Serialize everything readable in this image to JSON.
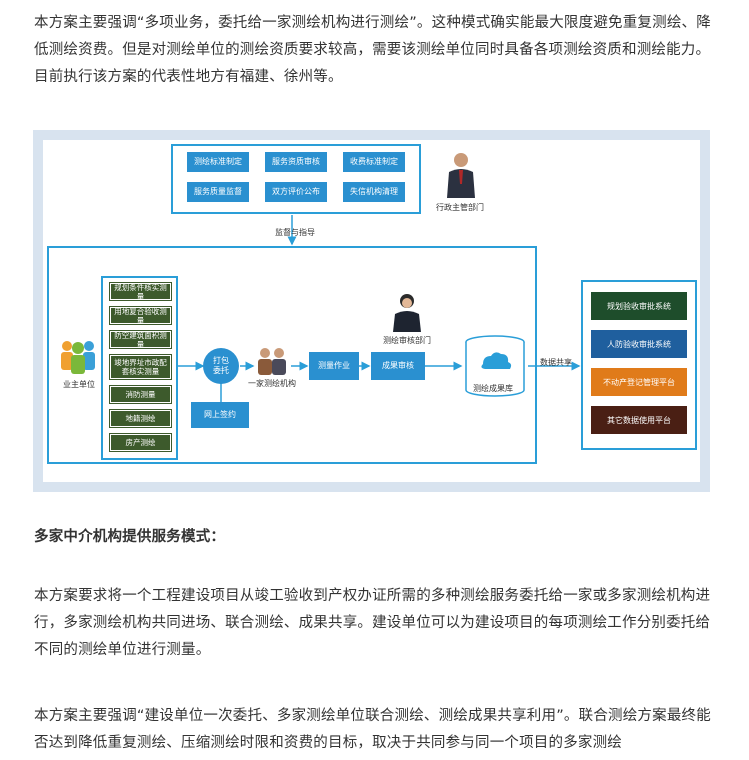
{
  "paragraphs": {
    "intro": "本方案主要强调“多项业务，委托给一家测绘机构进行测绘”。这种模式确实能最大限度避免重复测绘、降低测绘资费。但是对测绘单位的测绘资质要求较高，需要该测绘单位同时具备各项测绘资质和测绘能力。目前执行该方案的代表性地方有福建、徐州等。",
    "heading": "多家中介机构提供服务模式：",
    "body1": "本方案要求将一个工程建设项目从竣工验收到产权办证所需的多种测绘服务委托给一家或多家测绘机构进行，多家测绘机构共同进场、联合测绘、成果共享。建设单位可以为建设项目的每项测绘工作分别委托给不同的测绘单位进行测量。",
    "body2": "本方案主要强调“建设单位一次委托、多家测绘单位联合测绘、测绘成果共享利用”。联合测绘方案最终能否达到降低重复测绘、压缩测绘时限和资费的目标，取决于共同参与同一个项目的多家测绘"
  },
  "diagram": {
    "top_items": [
      "测绘标准制定",
      "服务资质审核",
      "收费标准制定",
      "服务质量监督",
      "双方评价公布",
      "失信机构清理"
    ],
    "admin_label": "行政主管部门",
    "supervise_label": "监督与指导",
    "owner_label": "业主单位",
    "survey_items": [
      "规划条件核实测量",
      "用地复合验收测量",
      "防空建筑面积测量",
      "竣地界址市政配套核实测量",
      "消防测量",
      "地籍测绘",
      "房产测绘"
    ],
    "pack_label": "打包\n委托",
    "online_label": "网上签约",
    "agency_label": "一家测绘机构",
    "work_label": "测量作业",
    "review_label": "成果审核",
    "review_dept_label": "测绘审核部门",
    "db_label": "测绘成果库",
    "share_label": "数据共享",
    "systems": [
      "规划验收审批系统",
      "人防验收审批系统",
      "不动产登记管理平台",
      "其它数据使用平台"
    ],
    "system_colors": [
      "#1e4d2b",
      "#1f5f9e",
      "#e07b1a",
      "#4a1f14"
    ],
    "accent": "#2a90d0"
  }
}
